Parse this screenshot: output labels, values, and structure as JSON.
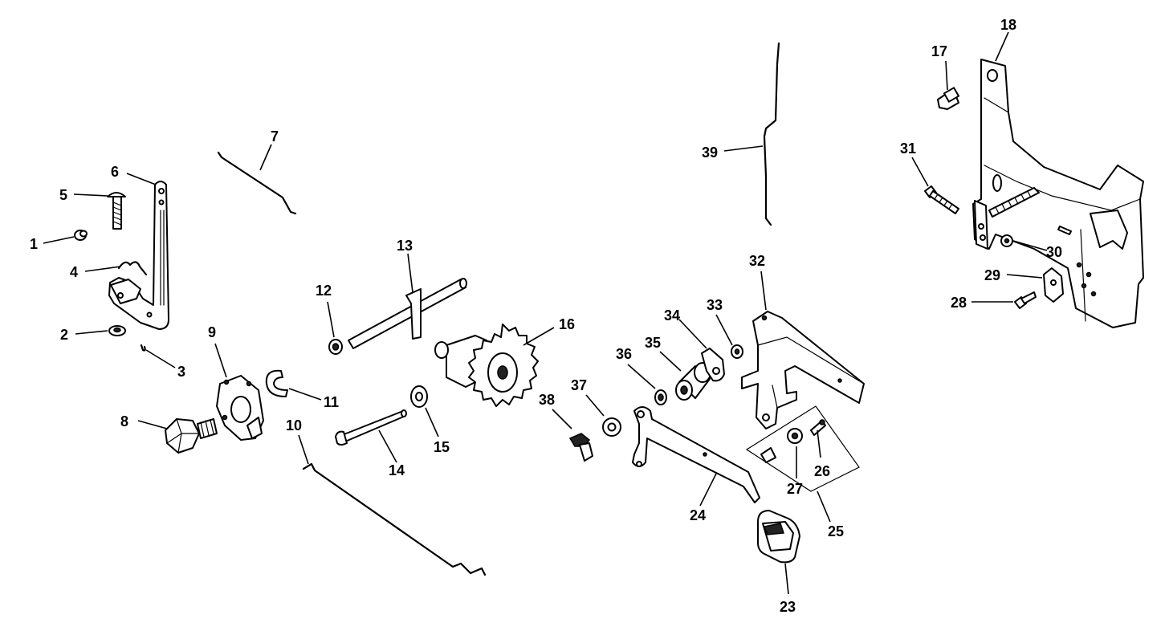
{
  "labels": {
    "n1": "1",
    "n2": "2",
    "n3": "3",
    "n4": "4",
    "n5": "5",
    "n6": "6",
    "n7": "7",
    "n8": "8",
    "n9": "9",
    "n10": "10",
    "n11": "11",
    "n12": "12",
    "n13": "13",
    "n14": "14",
    "n15": "15",
    "n16": "16",
    "n17": "17",
    "n18": "18",
    "n23": "23",
    "n24": "24",
    "n25": "25",
    "n26": "26",
    "n27": "27",
    "n28": "28",
    "n29": "29",
    "n30": "30",
    "n31": "31",
    "n32": "32",
    "n33": "33",
    "n34": "34",
    "n35": "35",
    "n36": "36",
    "n37": "37",
    "n38": "38",
    "n39": "39"
  }
}
